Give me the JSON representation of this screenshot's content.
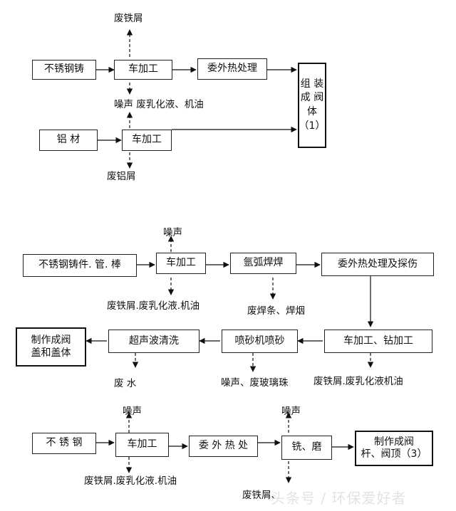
{
  "diagram1": {
    "stainless_cast": "不锈钢铸",
    "lathe1": "车加工",
    "heat_treat": "委外热处理",
    "assembly": [
      "组 装",
      "成 阀",
      "体",
      "（1）"
    ],
    "aluminum": "铝  材",
    "lathe2": "车加工",
    "scrap_iron": "废铁屑",
    "noise_emulsion": "噪声 废乳化液、机油",
    "scrap_aluminum": "废铝屑"
  },
  "diagram2": {
    "stainless_parts": "不锈钢铸件. 管. 棒",
    "lathe": "车加工",
    "argon_weld": "氩弧焊焊",
    "heat_inspect": "委外热处理及探伤",
    "noise": "噪声",
    "scrap_iron_emulsion": "废铁屑.废乳化液.机油",
    "weld_waste": "废焊条、焊烟",
    "lathe_drill": "车加工、钻加工",
    "sandblast": "喷砂机喷砂",
    "ultrasonic": "超声波清洗",
    "make_cover": [
      "制作成阀",
      "盖和盖体"
    ],
    "waste_water": "废  水",
    "noise_glass": "噪声、废玻璃珠",
    "scrap_emulsion_oil": "废铁屑.废乳化液机油"
  },
  "diagram3": {
    "stainless": "不  锈  钢",
    "lathe": "车加工",
    "heat": "委 外 热 处",
    "mill_grind": "铣、磨",
    "make_stem": [
      "制作成阀",
      "杆、阀顶（3）"
    ],
    "noise1": "噪声",
    "noise2": "噪声",
    "scrap_emulsion_oil": "废铁屑.废乳化液.机油",
    "scrap_partial": "废铁屑、"
  },
  "watermark": "头条号 / 环保爱好者"
}
